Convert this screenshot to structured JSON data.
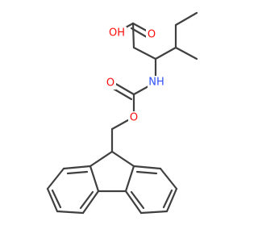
{
  "molecule": {
    "background": "#ffffff",
    "bond_color": "#404040",
    "atoms": [
      {
        "name": "hydroxyl-oh-label",
        "label": "OH",
        "color": "#ff0d0d"
      },
      {
        "name": "carbonyl-oxygen-acid-label",
        "label": "O",
        "color": "#ff0d0d"
      },
      {
        "name": "amine-nh-label",
        "label": "NH",
        "color": "#3050f8"
      },
      {
        "name": "carbonyl-oxygen-carbamate-label",
        "label": "O",
        "color": "#ff0d0d"
      },
      {
        "name": "ester-oxygen-label",
        "label": "O",
        "color": "#ff0d0d"
      }
    ]
  }
}
